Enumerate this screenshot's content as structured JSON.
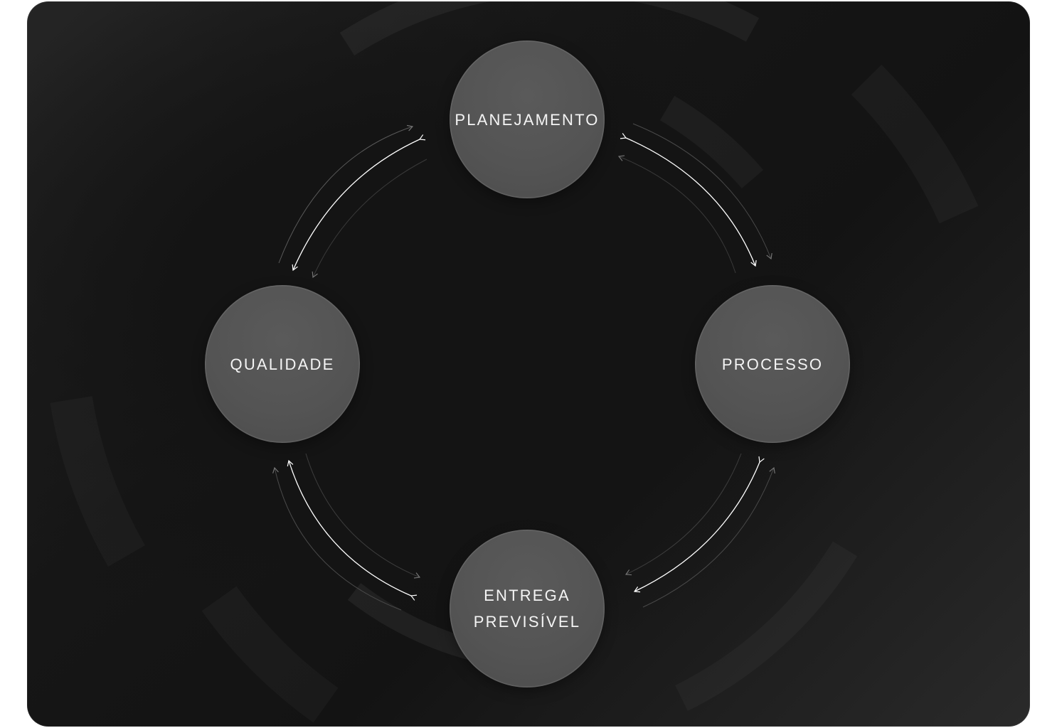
{
  "diagram": {
    "nodes": [
      {
        "id": "planejamento",
        "label": "PLANEJAMENTO"
      },
      {
        "id": "processo",
        "label": "PROCESSO"
      },
      {
        "id": "entrega",
        "label": "ENTREGA\nPREVISÍVEL"
      },
      {
        "id": "qualidade",
        "label": "QUALIDADE"
      }
    ],
    "edges": [
      {
        "from": "planejamento",
        "to": "processo",
        "bidirectional": true
      },
      {
        "from": "processo",
        "to": "entrega",
        "bidirectional": true
      },
      {
        "from": "entrega",
        "to": "qualidade",
        "bidirectional": true
      },
      {
        "from": "qualidade",
        "to": "planejamento",
        "bidirectional": true
      }
    ]
  },
  "colors": {
    "background": "#131313",
    "node_fill": "#545454",
    "node_text": "#f4f4f4",
    "arrow": "#ffffff"
  }
}
